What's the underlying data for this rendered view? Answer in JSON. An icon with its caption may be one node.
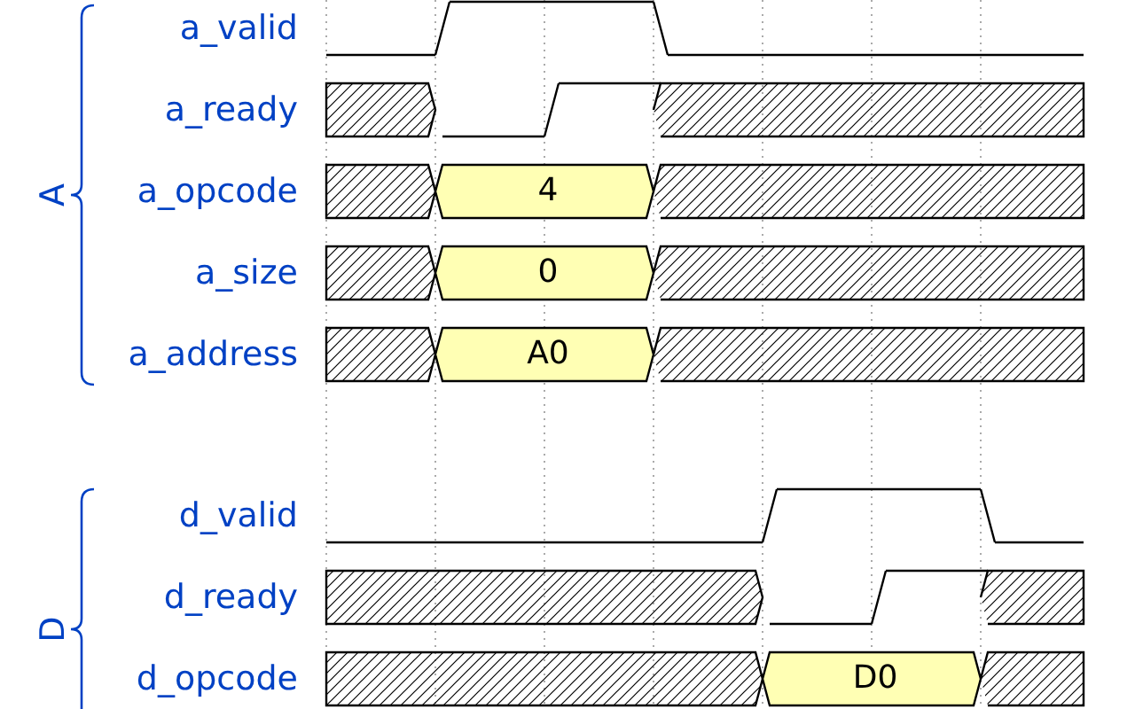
{
  "diagram": {
    "labels": [
      "a_valid",
      "a_ready",
      "A",
      "a_opcode",
      "4",
      "a_size",
      "0",
      "a_address",
      "A0",
      "d_valid",
      "d_ready",
      "D",
      "d_opcode",
      "D0"
    ]
  }
}
